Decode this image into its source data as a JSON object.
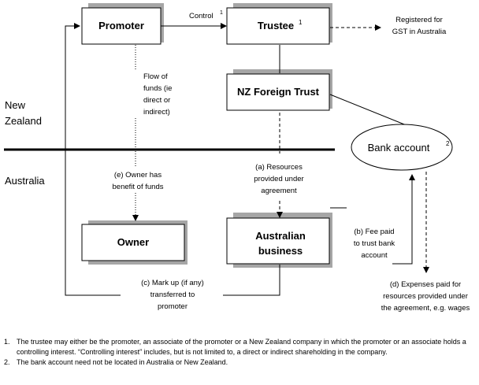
{
  "boxes": {
    "promoter": "Promoter",
    "trustee": "Trustee",
    "trustee_sup": "1",
    "nz_trust": "NZ Foreign Trust",
    "bank_account": "Bank account",
    "bank_sup": "2",
    "owner": "Owner",
    "au_business_1": "Australian",
    "au_business_2": "business"
  },
  "regions": {
    "nz_1": "New",
    "nz_2": "Zealand",
    "australia": "Australia"
  },
  "labels": {
    "control": "Control",
    "control_sup": "1",
    "gst_1": "Registered for",
    "gst_2": "GST in Australia",
    "flow_1": "Flow of",
    "flow_2": "funds (ie",
    "flow_3": "direct or",
    "flow_4": "indirect)",
    "owner_benefit_1": "(e) Owner has",
    "owner_benefit_2": "benefit of funds",
    "resources_1": "(a) Resources",
    "resources_2": "provided under",
    "resources_3": "agreement",
    "fee_1": "(b) Fee paid",
    "fee_2": "to trust bank",
    "fee_3": "account",
    "markup_1": "(c) Mark up (if any)",
    "markup_2": "transferred to",
    "markup_3": "promoter",
    "expenses_1": "(d) Expenses paid for",
    "expenses_2": "resources provided under",
    "expenses_3": "the agreement, e.g. wages"
  },
  "footnotes": [
    {
      "num": "1.",
      "text": "The trustee may either be the promoter, an associate of the promoter or a New Zealand company in which the promoter or an associate holds a controlling interest. “Controlling interest” includes, but is not limited to, a direct or indirect shareholding in the company."
    },
    {
      "num": "2.",
      "text": "The bank account need not be located in Australia or New Zealand."
    }
  ],
  "colors": {
    "line": "#000000",
    "box_shadow": "#a6a6a6"
  }
}
